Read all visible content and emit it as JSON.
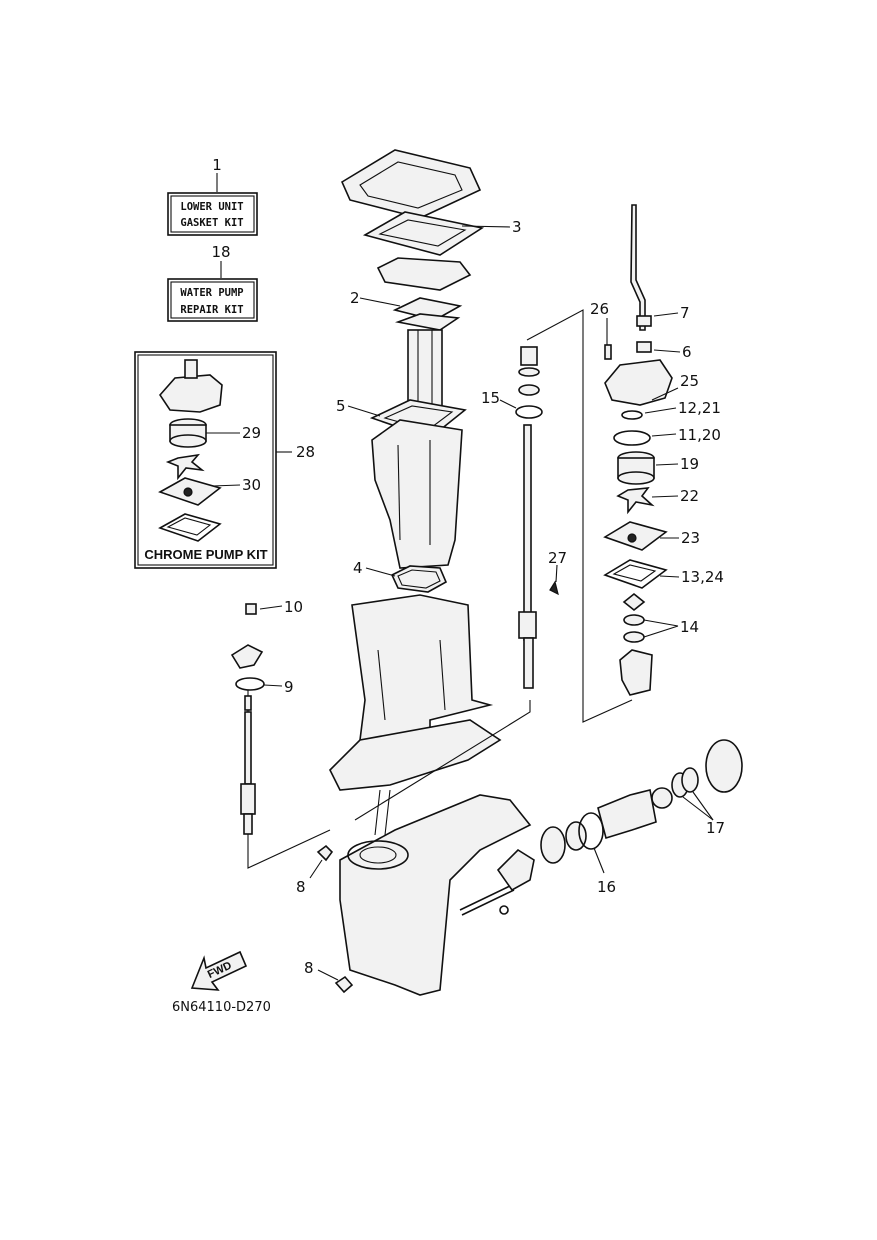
{
  "kits": {
    "lower_unit": {
      "number": "1",
      "line1": "LOWER UNIT",
      "line2": "GASKET KIT"
    },
    "water_pump": {
      "number": "18",
      "line1": "WATER PUMP",
      "line2": "REPAIR KIT"
    },
    "chrome_pump": {
      "number": "28",
      "label": "CHROME PUMP KIT"
    }
  },
  "callouts": {
    "c2": "2",
    "c3": "3",
    "c4": "4",
    "c5": "5",
    "c6": "6",
    "c7": "7",
    "c8a": "8",
    "c8b": "8",
    "c9": "9",
    "c10": "10",
    "c11_20": "11,20",
    "c12_21": "12,21",
    "c13_24": "13,24",
    "c14": "14",
    "c15": "15",
    "c16": "16",
    "c17": "17",
    "c19": "19",
    "c22": "22",
    "c23": "23",
    "c25": "25",
    "c26": "26",
    "c27": "27",
    "c29": "29",
    "c30": "30"
  },
  "fwd_label": "FWD",
  "drawing_code": "6N64110-D270"
}
